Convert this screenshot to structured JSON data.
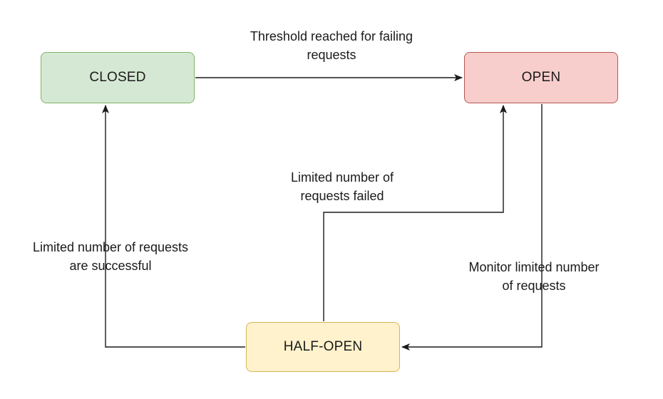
{
  "states": {
    "closed": {
      "label": "CLOSED",
      "fill": "#d5e8d4",
      "stroke": "#82b366"
    },
    "open": {
      "label": "OPEN",
      "fill": "#f8cecc",
      "stroke": "#b85450"
    },
    "half_open": {
      "label": "HALF-OPEN",
      "fill": "#fff2cc",
      "stroke": "#d6b656"
    }
  },
  "transitions": {
    "closed_to_open": {
      "line1": "Threshold reached for failing",
      "line2": "requests"
    },
    "half_open_to_open": {
      "line1": "Limited number of",
      "line2": "requests failed"
    },
    "half_open_to_closed": {
      "line1": "Limited number of requests",
      "line2": "are successful"
    },
    "open_to_half_open": {
      "line1": "Monitor limited number",
      "line2": "of requests"
    }
  },
  "colors": {
    "edge": "#1a1a1a"
  }
}
